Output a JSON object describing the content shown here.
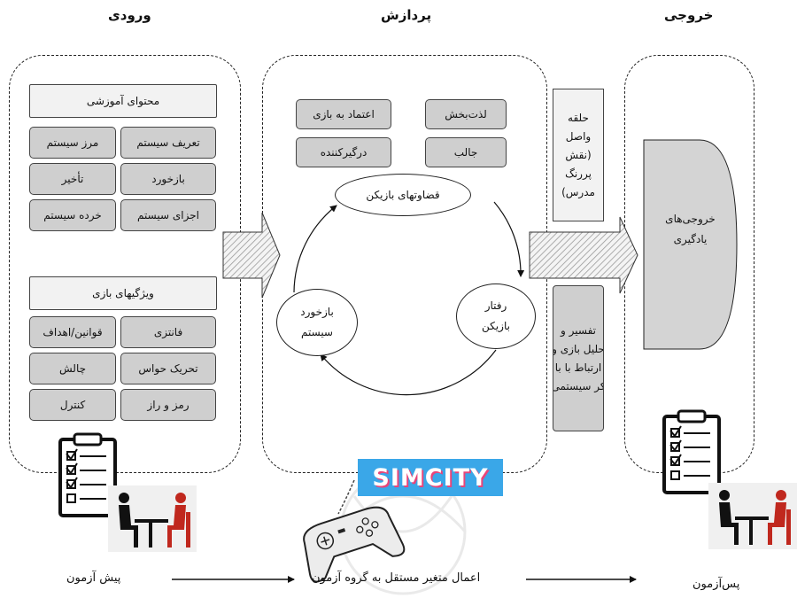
{
  "headers": {
    "input": "ورودی",
    "process": "پردازش",
    "output": "خروجی"
  },
  "input": {
    "content_title": "محتوای آموزشی",
    "content_items": [
      [
        "تعریف سیستم",
        "مرز سیستم"
      ],
      [
        "بازخورد",
        "تأخیر"
      ],
      [
        "اجزای سیستم",
        "خرده سیستم"
      ]
    ],
    "features_title": "ویژگیهای بازی",
    "feature_items": [
      [
        "فانتزی",
        "قوانین/اهداف"
      ],
      [
        "تحریک حواس",
        "چالش"
      ],
      [
        "رمز و راز",
        "کنترل"
      ]
    ]
  },
  "process": {
    "attributes": [
      [
        "لذت‌بخش",
        "اعتماد به بازی"
      ],
      [
        "جالب",
        "درگیرکننده"
      ]
    ],
    "cycle": {
      "judgment": "قضاوتهای بازیکن",
      "behavior": [
        "رفتار",
        "بازیکن"
      ],
      "feedback": [
        "بازخورد",
        "سیستم"
      ]
    },
    "simcity_logo": "SIMCITY"
  },
  "bridge": {
    "debrief": [
      "حلقه",
      "واصل",
      "(نقش",
      "پررنگ",
      "مدرس)"
    ],
    "analysis": [
      "تفسیر و",
      "حلیل بازی و",
      "ارتباط با با",
      "کر سیستمی"
    ]
  },
  "output": {
    "learning_outcomes": [
      "خروجی‌های",
      "یادگیری"
    ]
  },
  "bottom": {
    "pretest": "پیش آزمون",
    "apply": "اعمال متغیر مستقل به گروه آزمون",
    "posttest": "پس‌آزمون"
  },
  "colors": {
    "box_fill": "#cfcfcf",
    "light_fill": "#f2f2f2",
    "logo_blue": "#3aa7e8",
    "logo_pink": "#e8457a",
    "person_red": "#c0281e"
  }
}
